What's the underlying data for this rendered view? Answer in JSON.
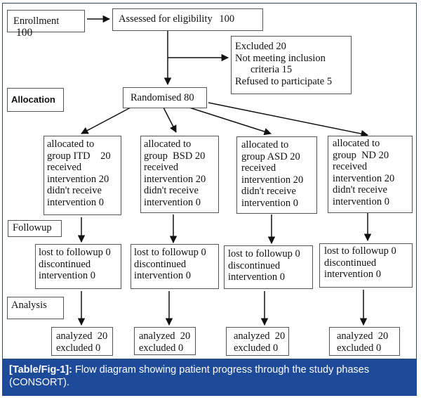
{
  "diagram": {
    "enrollment": {
      "label": "Enrollment",
      "count": "100"
    },
    "assessed": {
      "label": "Assessed for eligibility",
      "count": "100"
    },
    "excluded": {
      "lines": [
        "Excluded  20",
        "Not meeting  inclusion",
        "criteria  15",
        "Refused to participate  5"
      ]
    },
    "randomised": {
      "label": "Randomised 80"
    },
    "stage_labels": {
      "allocation": "Allocation",
      "followup": "Followup",
      "analysis": "Analysis"
    },
    "groups": [
      {
        "allocation": [
          "allocated to",
          "group ITD    20",
          "received",
          "intervention 20",
          "didn't receive",
          "intervention 0"
        ],
        "followup": [
          "lost to followup 0",
          "discontinued",
          "intervention 0"
        ],
        "analysis": [
          "analyzed  20",
          "excluded 0"
        ]
      },
      {
        "allocation": [
          "allocated to",
          "group  BSD 20",
          "received",
          "intervention 20",
          "didn't receive",
          "intervention 0"
        ],
        "followup": [
          "lost to followup 0",
          "discontinued",
          "intervention 0"
        ],
        "analysis": [
          "analyzed  20",
          "excluded 0"
        ]
      },
      {
        "allocation": [
          "allocated to",
          "group ASD 20",
          "received",
          "intervention 20",
          "didn't receive",
          "intervention 0"
        ],
        "followup": [
          "lost to followup 0",
          "discontinued",
          "intervention 0"
        ],
        "analysis": [
          "analyzed  20",
          "excluded 0"
        ]
      },
      {
        "allocation": [
          "allocated to",
          "group  ND 20",
          "received",
          "intervention 20",
          "didn't receive",
          "intervention 0"
        ],
        "followup": [
          "lost to followup 0",
          "discontinued",
          "intervention 0"
        ],
        "analysis": [
          "analyzed  20",
          "excluded 0"
        ]
      }
    ]
  },
  "caption": {
    "ref": "[Table/Fig-1]:",
    "text": " Flow diagram showing patient progress through the study phases (CONSORT)."
  },
  "colors": {
    "frame_border": "#2d4a6b",
    "caption_bg": "#1e4a9a",
    "caption_text": "#ffffff"
  }
}
